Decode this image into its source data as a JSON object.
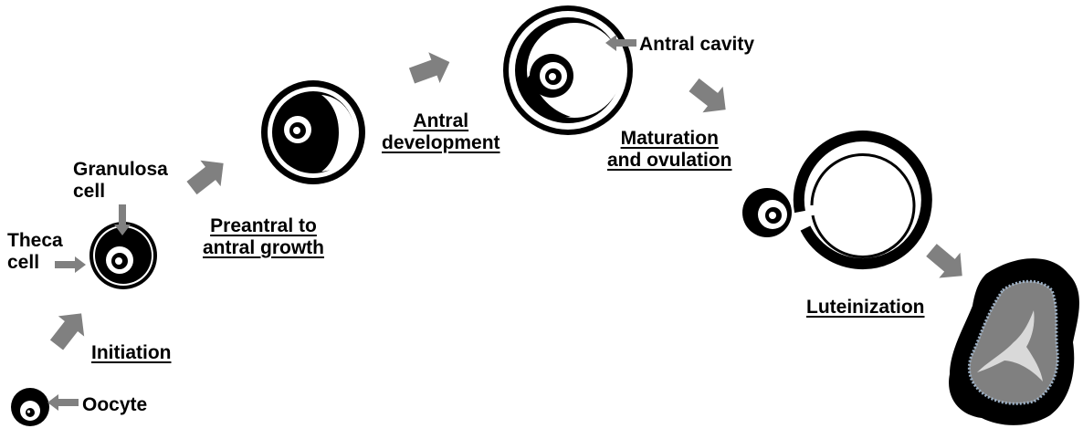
{
  "labels": {
    "granulosa": [
      "Granulosa",
      "cell"
    ],
    "theca": [
      "Theca",
      "cell"
    ],
    "oocyte": "Oocyte",
    "antral_cavity": "Antral cavity"
  },
  "stages": {
    "initiation": [
      "Initiation"
    ],
    "preantral": [
      "Preantral to",
      "antral growth"
    ],
    "antral": [
      "Antral",
      "development"
    ],
    "maturation": [
      "Maturation",
      "and ovulation"
    ],
    "luteinization": [
      "Luteinization"
    ]
  },
  "colors": {
    "ink": "#000000",
    "arrow": "#808080",
    "corpus_fill": "#808080",
    "corpus_outline": "#9fb3c8",
    "corpus_light": "#d9d9d9"
  }
}
